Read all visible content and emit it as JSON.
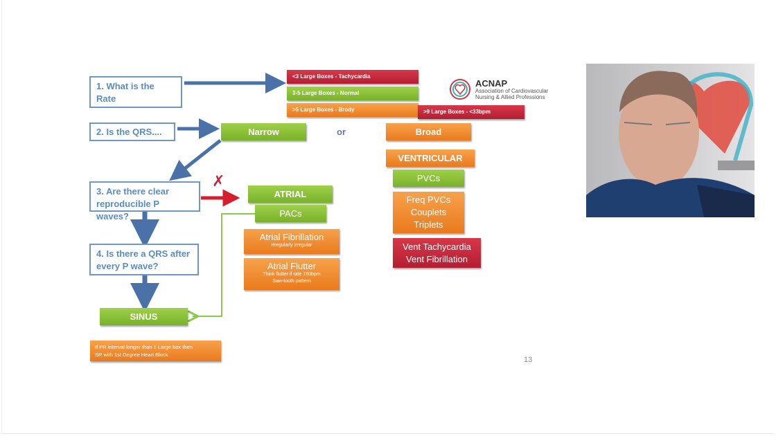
{
  "slide": {
    "page_number": "13",
    "logo": {
      "icon": "heart-in-circle-icon",
      "title": "ACNAP",
      "subtitle": "Association of Cardiovascular Nursing & Allied Professions"
    },
    "questions": [
      {
        "label": "1. What is the Rate"
      },
      {
        "label": "2. Is the QRS...."
      },
      {
        "label": "3. Are there clear reproducible P waves?"
      },
      {
        "label": "4. Is there a QRS after every P wave?"
      }
    ],
    "rate_boxes": [
      {
        "label": "<3 Large Boxes - Tachycardia",
        "color": "#c0283a"
      },
      {
        "label": "3-5 Large Boxes - Normal",
        "color": "#8cc23a"
      },
      {
        "label": ">5 Large Boxes - Brody",
        "color": "#f08a2c"
      },
      {
        "label": ">9 Large Boxes - <33bpm",
        "color": "#c0283a"
      }
    ],
    "qrs": {
      "narrow": "Narrow",
      "or": "or",
      "broad": "Broad"
    },
    "no_p_wave_marker": "✗",
    "atrial": {
      "title": "ATRIAL",
      "pacs": "PACs",
      "af_title": "Atrial Fibrillation",
      "af_sub": "Irregularly irregular",
      "flutter_title": "Atrial Flutter",
      "flutter_sub1": "Think flutter if rate 150bpm",
      "flutter_sub2": "Saw-tooth pattern"
    },
    "ventricular": {
      "title": "VENTRICULAR",
      "pvcs": "PVCs",
      "freq_line1": "Freq PVCs",
      "freq_line2": "Couplets",
      "freq_line3": "Triplets",
      "vt_line1": "Vent Tachycardia",
      "vt_line2": "Vent Fibrillation"
    },
    "sinus": {
      "label": "SINUS",
      "note_line1": "If PR interval longer than 1 Large box then",
      "note_line2": "SR with 1st Degree Heart Block"
    }
  },
  "video": {
    "description": "presenter webcam feed",
    "colors": {
      "shirt": "#1f3f70",
      "heart_art": "#e0413a"
    }
  }
}
